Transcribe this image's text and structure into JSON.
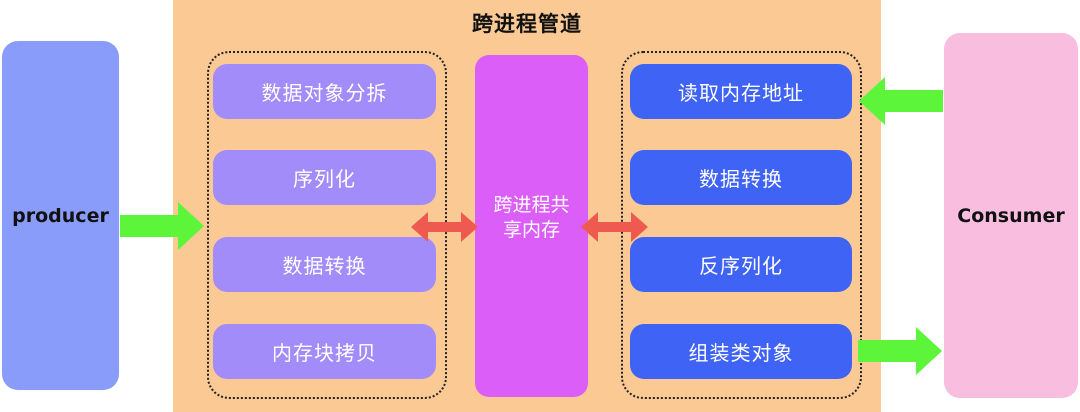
{
  "title": "跨进程管道",
  "producer": {
    "label": "producer"
  },
  "consumer": {
    "label": "Consumer"
  },
  "shared_memory": {
    "label_line1": "跨进程共",
    "label_line2": "享内存"
  },
  "left_steps": [
    {
      "label": "数据对象分拆"
    },
    {
      "label": "序列化"
    },
    {
      "label": "数据转换"
    },
    {
      "label": "内存块拷贝"
    }
  ],
  "right_steps": [
    {
      "label": "读取内存地址"
    },
    {
      "label": "数据转换"
    },
    {
      "label": "反序列化"
    },
    {
      "label": "组装类对象"
    }
  ],
  "colors": {
    "producer": "#8a9cf9",
    "consumer": "#f9bde0",
    "pipe": "#fbc993",
    "left_step": "#a18cf9",
    "right_step": "#3f63f4",
    "shared_memory": "#dc5ef9",
    "green_arrow": "#5df53a",
    "red_arrow": "#ef5a50"
  }
}
